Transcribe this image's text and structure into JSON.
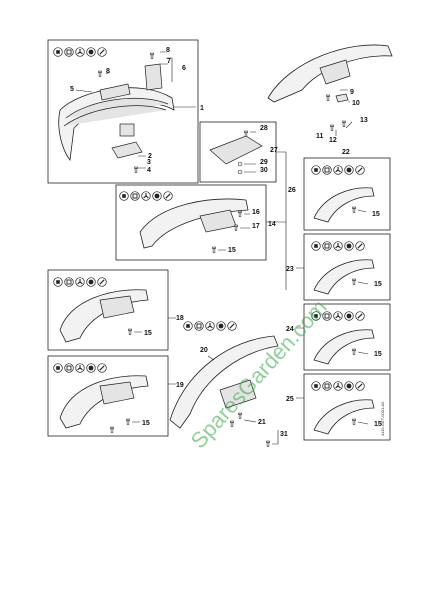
{
  "callouts": [
    {
      "id": "c1",
      "text": "1"
    },
    {
      "id": "c2",
      "text": "2"
    },
    {
      "id": "c3",
      "text": "3"
    },
    {
      "id": "c4",
      "text": "4"
    },
    {
      "id": "c5",
      "text": "5"
    },
    {
      "id": "c6",
      "text": "6"
    },
    {
      "id": "c7",
      "text": "7"
    },
    {
      "id": "c8a",
      "text": "8"
    },
    {
      "id": "c8b",
      "text": "8"
    },
    {
      "id": "c9",
      "text": "9"
    },
    {
      "id": "c10",
      "text": "10"
    },
    {
      "id": "c11",
      "text": "11"
    },
    {
      "id": "c12",
      "text": "12"
    },
    {
      "id": "c13",
      "text": "13"
    },
    {
      "id": "c14",
      "text": "14"
    },
    {
      "id": "c15a",
      "text": "15"
    },
    {
      "id": "c15b",
      "text": "15"
    },
    {
      "id": "c15c",
      "text": "15"
    },
    {
      "id": "c15d",
      "text": "15"
    },
    {
      "id": "c15e",
      "text": "15"
    },
    {
      "id": "c15f",
      "text": "15"
    },
    {
      "id": "c15g",
      "text": "15"
    },
    {
      "id": "c15h",
      "text": "15"
    },
    {
      "id": "c16",
      "text": "16"
    },
    {
      "id": "c17",
      "text": "17"
    },
    {
      "id": "c18",
      "text": "18"
    },
    {
      "id": "c19",
      "text": "19"
    },
    {
      "id": "c20",
      "text": "20"
    },
    {
      "id": "c21",
      "text": "21"
    },
    {
      "id": "c22",
      "text": "22"
    },
    {
      "id": "c23",
      "text": "23"
    },
    {
      "id": "c24",
      "text": "24"
    },
    {
      "id": "c25",
      "text": "25"
    },
    {
      "id": "c26",
      "text": "26"
    },
    {
      "id": "c27",
      "text": "27"
    },
    {
      "id": "c28",
      "text": "28"
    },
    {
      "id": "c29",
      "text": "29"
    },
    {
      "id": "c30",
      "text": "30"
    },
    {
      "id": "c31",
      "text": "31"
    }
  ],
  "watermark": "SparesGarden.com",
  "drawing_code": "4119-GET-0001-A0"
}
